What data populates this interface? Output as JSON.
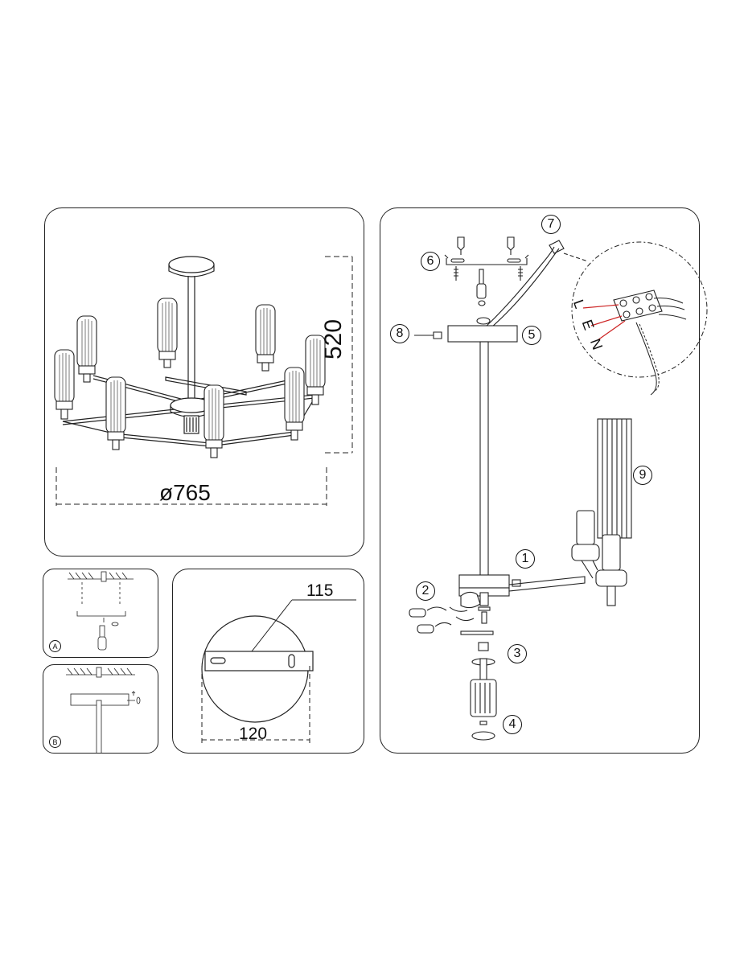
{
  "dimensions": {
    "height": "520",
    "diameter": "ø765",
    "plate_length": "115",
    "canopy_diameter": "120"
  },
  "callouts": [
    "1",
    "2",
    "3",
    "4",
    "5",
    "6",
    "7",
    "8",
    "9"
  ],
  "steps": {
    "a": "A",
    "b": "B"
  },
  "wiring": {
    "l": "L",
    "e": "E",
    "n": "N",
    "l_color": "#cc2222",
    "n_color": "#cc2222"
  }
}
